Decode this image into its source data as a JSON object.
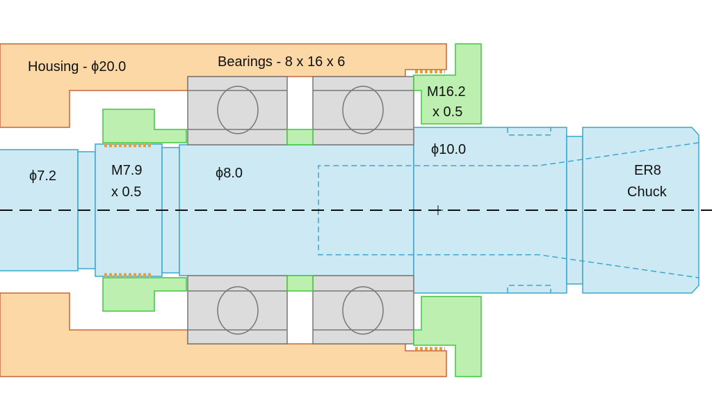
{
  "labels": {
    "housing": "Housing - ϕ20.0",
    "bearings": "Bearings - 8 x 16 x 6",
    "nut_outer_line1": "M16.2",
    "nut_outer_line2": "x 0.5",
    "diameter_10": "ϕ10.0",
    "diameter_7_2": "ϕ7.2",
    "nut_inner_line1": "M7.9",
    "nut_inner_line2": "x 0.5",
    "diameter_8": "ϕ8.0",
    "chuck_line1": "ER8",
    "chuck_line2": "Chuck"
  },
  "colors": {
    "housing": "#fbd8a6",
    "nut": "#bdf0b0",
    "bearing": "#dcdcdc",
    "shaft": "#cdeaf4"
  }
}
